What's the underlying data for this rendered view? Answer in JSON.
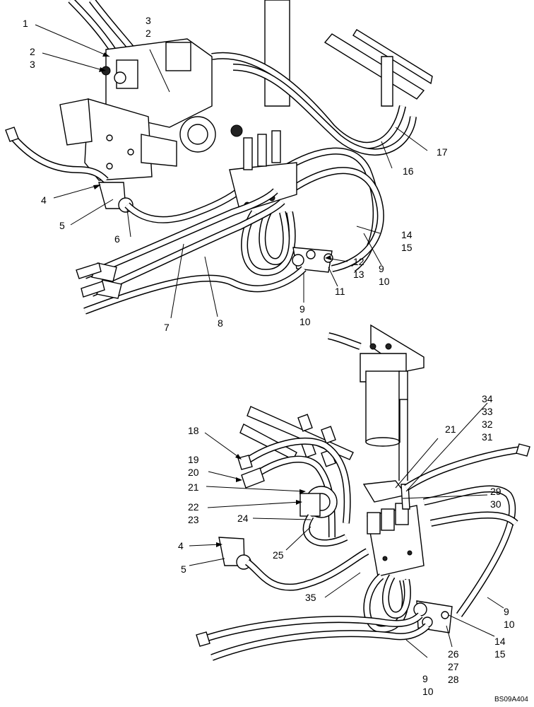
{
  "figure_id": "BS09A404",
  "upper_assembly": {
    "callouts": [
      {
        "name": "callout-1",
        "lines": [
          "1"
        ]
      },
      {
        "name": "callout-2-3-left",
        "lines": [
          "2",
          "3"
        ]
      },
      {
        "name": "callout-3-2-top",
        "lines": [
          "3",
          "2"
        ]
      },
      {
        "name": "callout-4",
        "lines": [
          "4"
        ]
      },
      {
        "name": "callout-5",
        "lines": [
          "5"
        ]
      },
      {
        "name": "callout-6",
        "lines": [
          "6"
        ]
      },
      {
        "name": "callout-7",
        "lines": [
          "7"
        ]
      },
      {
        "name": "callout-8",
        "lines": [
          "8"
        ]
      },
      {
        "name": "callout-9-10-lower",
        "lines": [
          "9",
          "10"
        ]
      },
      {
        "name": "callout-11",
        "lines": [
          "11"
        ]
      },
      {
        "name": "callout-12-13",
        "lines": [
          "12",
          "13"
        ]
      },
      {
        "name": "callout-9-10-right",
        "lines": [
          "9",
          "10"
        ]
      },
      {
        "name": "callout-14-15",
        "lines": [
          "14",
          "15"
        ]
      },
      {
        "name": "callout-16",
        "lines": [
          "16"
        ]
      },
      {
        "name": "callout-17",
        "lines": [
          "17"
        ]
      }
    ]
  },
  "lower_assembly": {
    "callouts": [
      {
        "name": "callout-34-33-32-31",
        "lines": [
          "34",
          "33",
          "32",
          "31"
        ]
      },
      {
        "name": "callout-18",
        "lines": [
          "18"
        ]
      },
      {
        "name": "callout-19-20",
        "lines": [
          "19",
          "20"
        ]
      },
      {
        "name": "callout-21-left",
        "lines": [
          "21"
        ]
      },
      {
        "name": "callout-21-right",
        "lines": [
          "21"
        ]
      },
      {
        "name": "callout-22-23",
        "lines": [
          "22",
          "23"
        ]
      },
      {
        "name": "callout-24",
        "lines": [
          "24"
        ]
      },
      {
        "name": "callout-4",
        "lines": [
          "4"
        ]
      },
      {
        "name": "callout-5",
        "lines": [
          "5"
        ]
      },
      {
        "name": "callout-25",
        "lines": [
          "25"
        ]
      },
      {
        "name": "callout-29-30",
        "lines": [
          "29",
          "30"
        ]
      },
      {
        "name": "callout-35",
        "lines": [
          "35"
        ]
      },
      {
        "name": "callout-9-10-right",
        "lines": [
          "9",
          "10"
        ]
      },
      {
        "name": "callout-14-15",
        "lines": [
          "14",
          "15"
        ]
      },
      {
        "name": "callout-26-27-28",
        "lines": [
          "26",
          "27",
          "28"
        ]
      },
      {
        "name": "callout-9-10-bottom",
        "lines": [
          "9",
          "10"
        ]
      }
    ]
  }
}
